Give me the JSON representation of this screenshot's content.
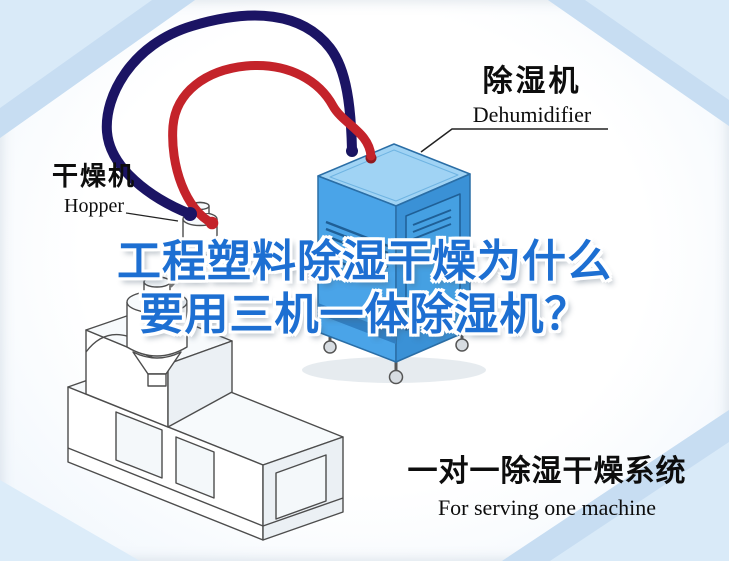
{
  "labels": {
    "dehumidifier": {
      "cn": "除湿机",
      "en": "Dehumidifier"
    },
    "hopper": {
      "cn": "干燥机",
      "en": "Hopper"
    }
  },
  "title": {
    "line1": "工程塑料除湿干燥为什么",
    "line2": "要用三机一体除湿机？"
  },
  "caption": {
    "cn": "一对一除湿干燥系统",
    "en": "For serving one machine"
  },
  "colors": {
    "title_blue": "#1d6fd2",
    "pipe_red": "#c4232a",
    "pipe_navy": "#1b1464",
    "dehumidifier_body_blue": "#4aa4e8",
    "dehumidifier_top_blue": "#a0d3f4",
    "corner_decoration_blue": "#d9eaf8"
  },
  "illustration": {
    "machines": [
      "dehumidifier-unit",
      "extruder-with-drying-hopper"
    ],
    "pipes": [
      "navy-air-pipe",
      "red-air-pipe"
    ]
  }
}
